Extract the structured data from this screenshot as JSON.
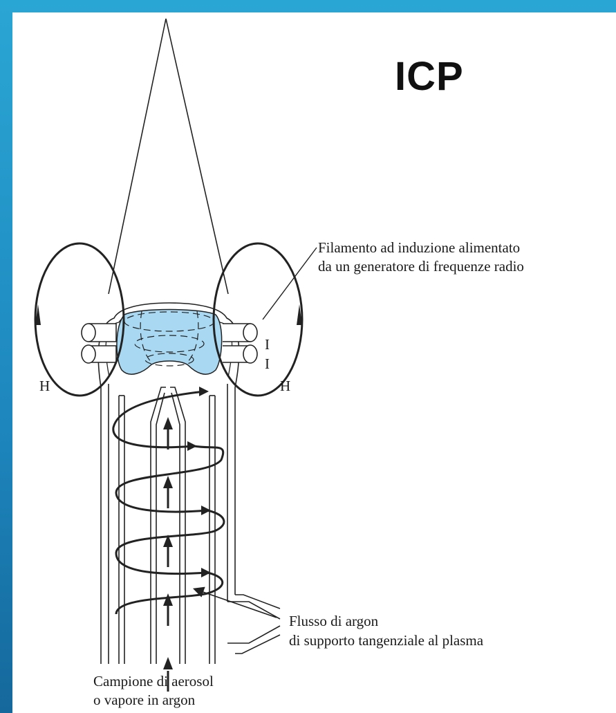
{
  "title": "ICP",
  "labels": {
    "coil_line1": "Filamento ad induzione alimentato",
    "coil_line2": "da un generatore di frequenze radio",
    "argon_line1": "Flusso di argon",
    "argon_line2": "di supporto tangenziale al plasma",
    "sample_line1": "Campione di aerosol",
    "sample_line2": "o vapore in argon",
    "h_left": "H",
    "h_right": "H",
    "i_upper": "I",
    "i_lower": "I"
  },
  "colors": {
    "frame_gradient_top": "#2aa6d4",
    "frame_gradient_bottom": "#15689b",
    "plasma_fill": "#a9d8f2",
    "line": "#222222"
  }
}
